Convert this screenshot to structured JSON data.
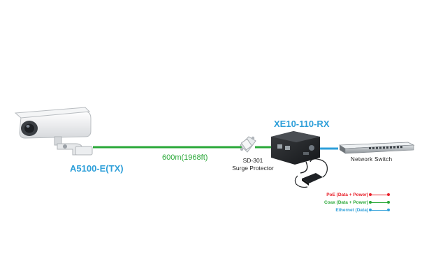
{
  "diagram": {
    "camera_label": "A5100-E(TX)",
    "cable_label": "600m(1968ft)",
    "receiver_label": "XE10-110-RX",
    "surge_model": "SD-301",
    "surge_name": "Surge Protector",
    "switch_label": "Network Switch"
  },
  "legend": [
    {
      "label": "PoE (Data + Power)",
      "color": "#e8202a"
    },
    {
      "label": "Coax (Data + Power)",
      "color": "#2aa838"
    },
    {
      "label": "Ethernet (Data)",
      "color": "#2e9fd9"
    }
  ],
  "colors": {
    "coax": "#2aa838",
    "ethernet": "#2e9fd9",
    "label_blue": "#2e9fd9"
  }
}
